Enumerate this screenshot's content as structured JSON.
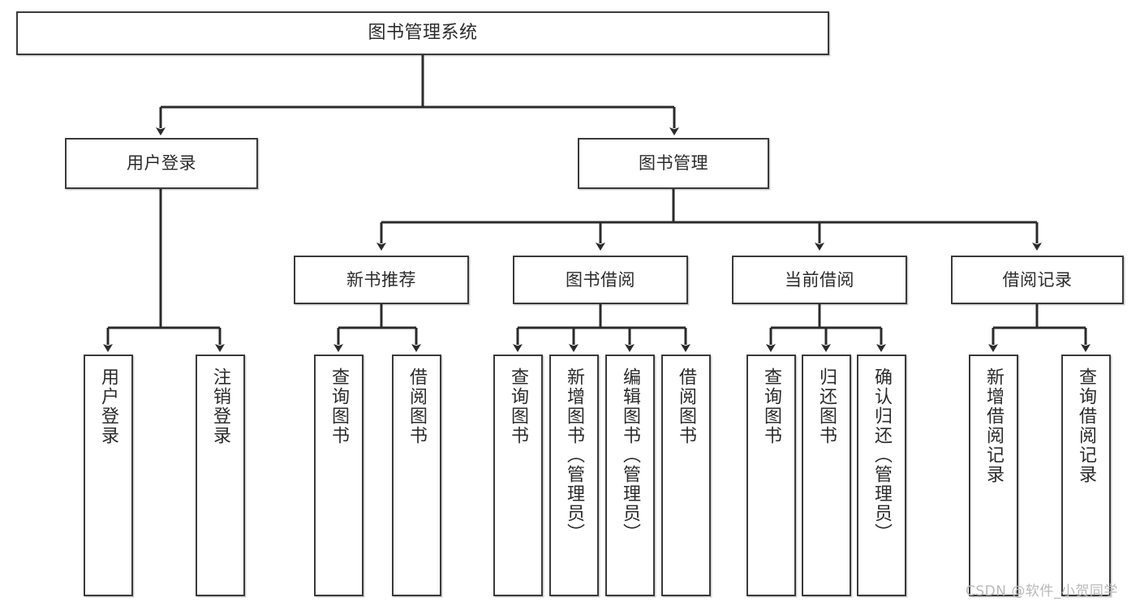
{
  "diagram": {
    "kind": "hierarchy-tree",
    "title": "图书管理系统",
    "watermark": "CSDN @软件_小贺同学",
    "colors": {
      "box_stroke": "#3a3a3a",
      "box_fill": "#ffffff",
      "edge": "#2b2b2b",
      "text": "#2b2b2b",
      "watermark": "#b9b9b9"
    }
  },
  "nodes": {
    "root": {
      "label": "图书管理系统"
    },
    "level2": [
      {
        "id": "user-login",
        "label": "用户登录"
      },
      {
        "id": "book-management",
        "label": "图书管理"
      }
    ],
    "level3": [
      {
        "id": "new-book-recommend",
        "label": "新书推荐"
      },
      {
        "id": "book-borrow",
        "label": "图书借阅"
      },
      {
        "id": "current-borrow",
        "label": "当前借阅"
      },
      {
        "id": "borrow-record",
        "label": "借阅记录"
      }
    ],
    "leaves": [
      {
        "id": "leaf-user-login",
        "label": "用户登录",
        "parent": "user-login"
      },
      {
        "id": "leaf-logout",
        "label": "注销登录",
        "parent": "user-login"
      },
      {
        "id": "leaf-query-book-1",
        "label": "查询图书",
        "parent": "new-book-recommend"
      },
      {
        "id": "leaf-borrow-book-1",
        "label": "借阅图书",
        "parent": "new-book-recommend"
      },
      {
        "id": "leaf-query-book-2",
        "label": "查询图书",
        "parent": "book-borrow"
      },
      {
        "id": "leaf-add-book",
        "label": "新增图书（管理员）",
        "parent": "book-borrow"
      },
      {
        "id": "leaf-edit-book",
        "label": "编辑图书（管理员）",
        "parent": "book-borrow"
      },
      {
        "id": "leaf-borrow-book-2",
        "label": "借阅图书",
        "parent": "book-borrow"
      },
      {
        "id": "leaf-query-book-3",
        "label": "查询图书",
        "parent": "current-borrow"
      },
      {
        "id": "leaf-return-book",
        "label": "归还图书",
        "parent": "current-borrow"
      },
      {
        "id": "leaf-confirm-return",
        "label": "确认归还（管理员）",
        "parent": "current-borrow"
      },
      {
        "id": "leaf-add-record",
        "label": "新增借阅记录",
        "parent": "borrow-record"
      },
      {
        "id": "leaf-query-record",
        "label": "查询借阅记录",
        "parent": "borrow-record"
      }
    ]
  }
}
